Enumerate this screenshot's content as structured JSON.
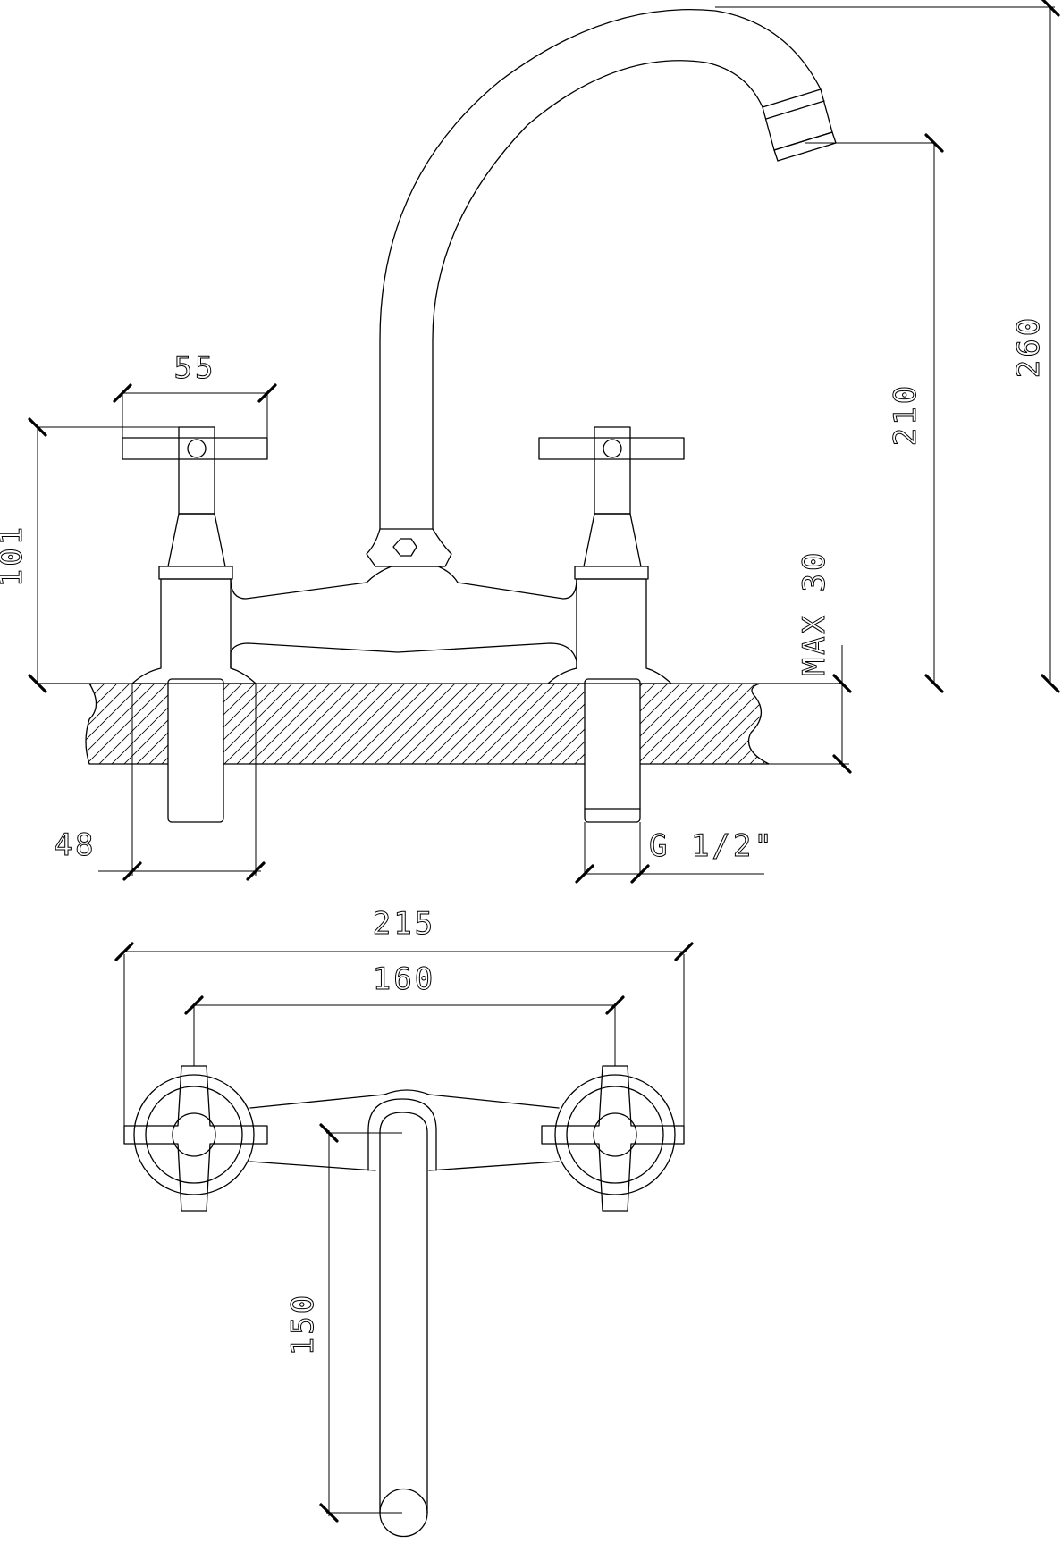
{
  "dimensions": {
    "handle_width": "55",
    "handle_height": "101",
    "spout_outlet_height": "210",
    "total_height": "260",
    "max_deck_thickness": "MAX 30",
    "base_diameter": "48",
    "thread": "G 1/2\"",
    "overall_width": "215",
    "centres": "160",
    "spout_reach": "150"
  },
  "colors": {
    "line": "#000000",
    "background": "#ffffff"
  }
}
